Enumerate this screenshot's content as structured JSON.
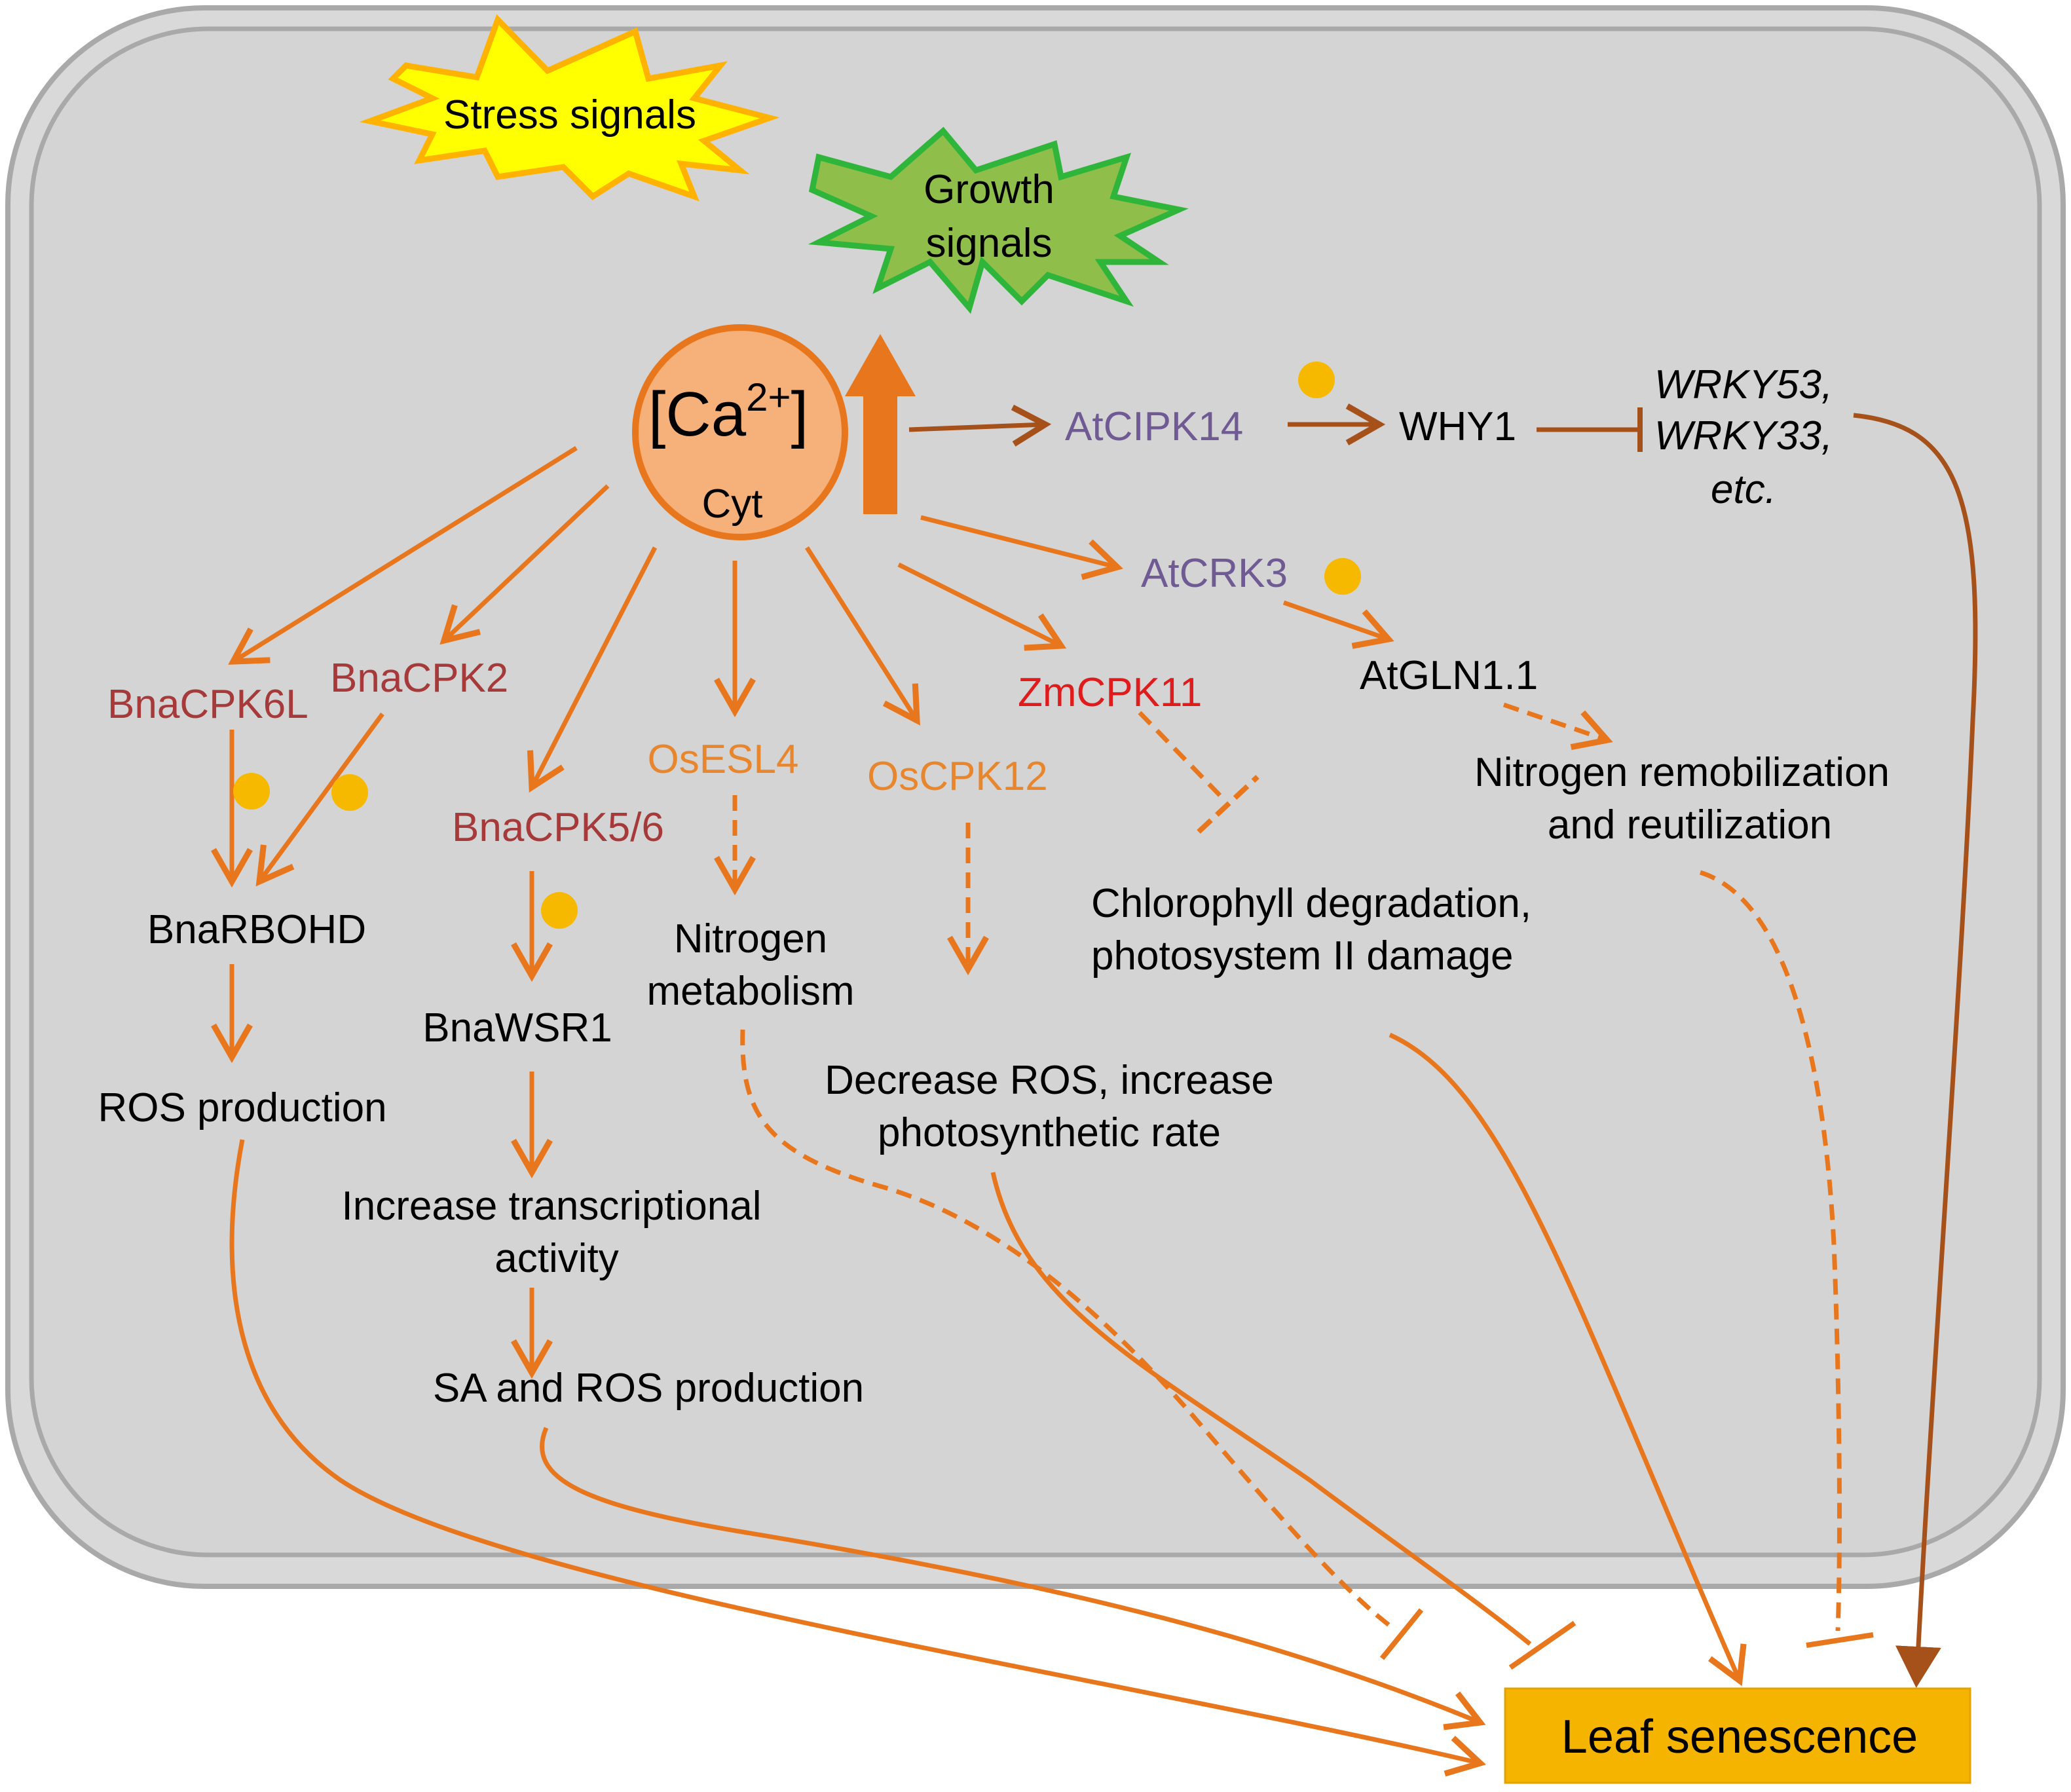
{
  "colors": {
    "cell_fill": "#d4d4d4",
    "cell_stroke": "#a8a8a8",
    "orange": "#e8761c",
    "brown": "#a6501a",
    "cpk_red": "#a63a3a",
    "cipk_purple": "#6f5a93",
    "zm_red": "#e01b1b",
    "os_orange": "#e8862e",
    "dot": "#f7b800",
    "stress_fill": "#ffff00",
    "stress_stroke": "#ffb300",
    "growth_fill": "#8fbf4a",
    "growth_stroke": "#2fb63a",
    "ca_fill": "#f6b07a",
    "senescence_fill": "#f4b400"
  },
  "signals": {
    "stress": "Stress signals",
    "growth_line1": "Growth",
    "growth_line2": "signals"
  },
  "calcium": {
    "label": "[Ca",
    "superscript": "2+",
    "bracket": "]",
    "sub": "Cyt"
  },
  "nodes": {
    "atcipk14": "AtCIPK14",
    "why1": "WHY1",
    "wrky_line1": "WRKY53,",
    "wrky_line2": "WRKY33,",
    "wrky_line3": "etc.",
    "atcrk3": "AtCRK3",
    "atgln": "AtGLN1.1",
    "nitrogen_remob_line1": "Nitrogen remobilization",
    "nitrogen_remob_line2": "and reutilization",
    "zmcpk11": "ZmCPK11",
    "chlorophyll_line1": "Chlorophyll degradation,",
    "chlorophyll_line2": "photosystem II damage",
    "oscpk12": "OsCPK12",
    "decrease_line1": "Decrease ROS, increase",
    "decrease_line2": "photosynthetic rate",
    "osesl4": "OsESL4",
    "nitrogen_metab_line1": "Nitrogen",
    "nitrogen_metab_line2": "metabolism",
    "bnacpk6l": "BnaCPK6L",
    "bnacpk2": "BnaCPK2",
    "bnarbohd": "BnaRBOHD",
    "ros_production": "ROS production",
    "bnacpk56": "BnaCPK5/6",
    "bnawsr1": "BnaWSR1",
    "transcription_line1": "Increase transcriptional",
    "transcription_line2": "activity",
    "sa_ros": "SA and ROS production",
    "leaf_senescence": "Leaf senescence"
  }
}
